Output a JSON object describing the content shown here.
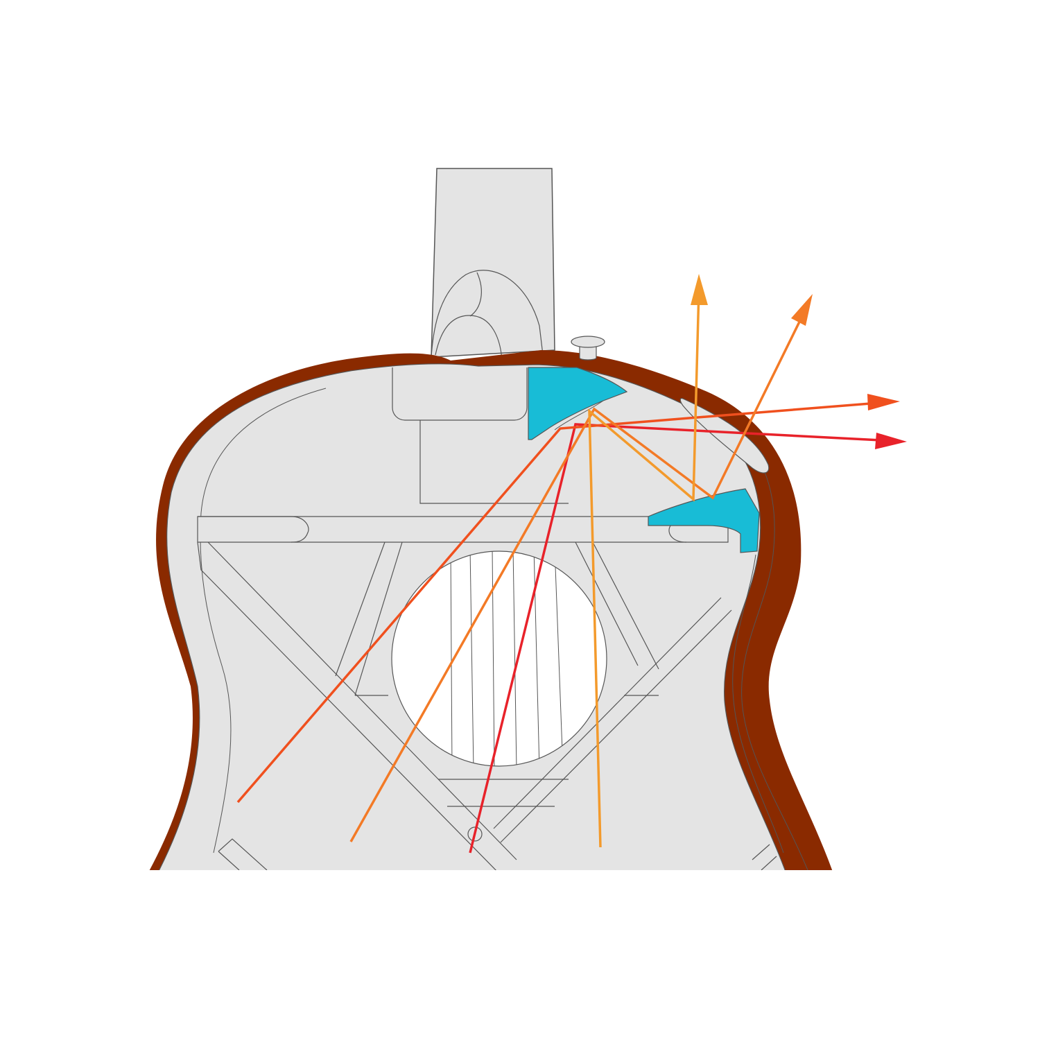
{
  "diagram": {
    "colors": {
      "background": "#ffffff",
      "body_fill": "#e4e4e4",
      "outline": "#555555",
      "binding": "#8a2a00",
      "deflector": "#18bcd6",
      "soundhole": "#ffffff",
      "ray_red": "#e8222a",
      "ray_orange_red": "#f0501e",
      "ray_orange": "#f37a26",
      "ray_amber": "#f39a2c"
    },
    "icons": {
      "strap_button": "strap-button-icon",
      "arrowhead": "arrowhead-icon"
    },
    "rays": [
      {
        "name": "ray-red",
        "color_key": "ray_red",
        "arrow": true
      },
      {
        "name": "ray-orange-red",
        "color_key": "ray_orange_red",
        "arrow": true
      },
      {
        "name": "ray-orange-up",
        "color_key": "ray_orange",
        "arrow": true
      },
      {
        "name": "ray-amber-up",
        "color_key": "ray_amber",
        "arrow": true
      }
    ]
  }
}
